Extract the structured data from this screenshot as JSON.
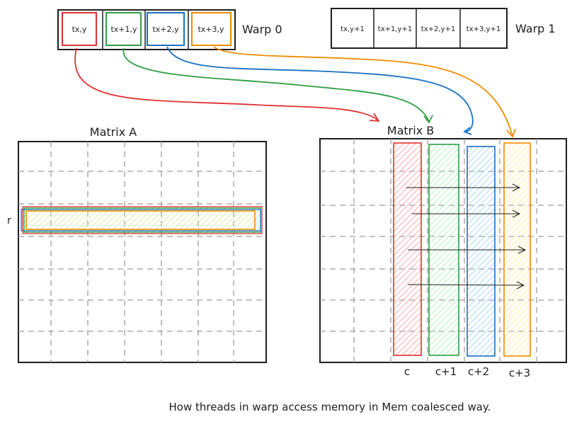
{
  "warp0": {
    "label": "Warp 0",
    "threads": [
      {
        "text": "tx,y",
        "color": "#e03131"
      },
      {
        "text": "tx+1,y",
        "color": "#2f9e44"
      },
      {
        "text": "tx+2,y",
        "color": "#1971c2"
      },
      {
        "text": "tx+3,y",
        "color": "#f08c00"
      }
    ]
  },
  "warp1": {
    "label": "Warp 1",
    "threads": [
      "tx,y+1",
      "tx+1,y+1",
      "tx+2,y+1",
      "tx+3,y+1"
    ]
  },
  "matrix_a": {
    "title": "Matrix A",
    "row_label": "r"
  },
  "matrix_b": {
    "title": "Matrix B",
    "columns": [
      {
        "label": "c",
        "color": "#e03131"
      },
      {
        "label": "c+1",
        "color": "#2f9e44"
      },
      {
        "label": "c+2",
        "color": "#1971c2"
      },
      {
        "label": "c+3",
        "color": "#f08c00"
      }
    ]
  },
  "caption": "How threads in warp access memory in Mem coalesced way."
}
